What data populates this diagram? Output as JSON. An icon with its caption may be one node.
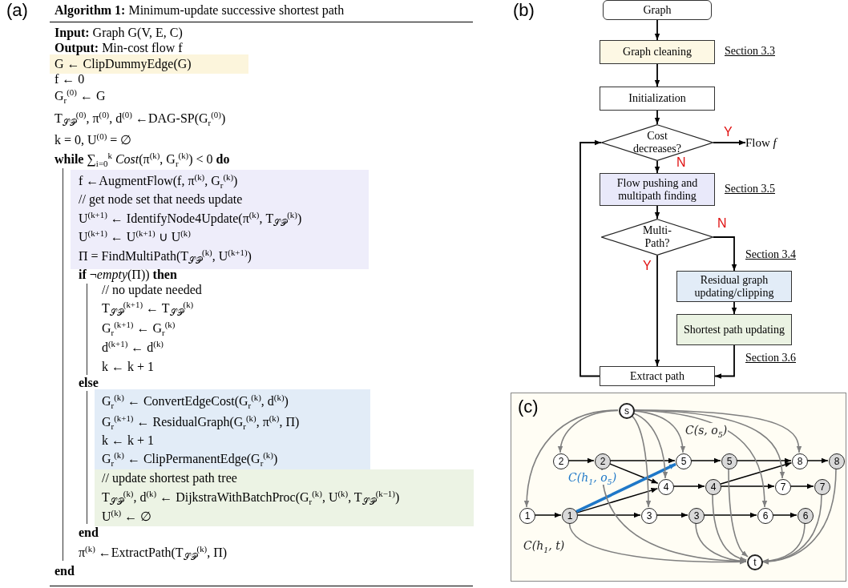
{
  "diagram": {
    "nodes": [
      {
        "text": [
          "G ← ClipDummyEdge(G)"
        ]
      },
      {
        "text": [
          "f ←AugmentFlow(f, π$^{(k)}$, G$_{r}$$^{(k)}$)",
          "// get node set that needs update",
          "U$^{(k+1)}$ ← IdentifyNode4Update(π$^{(k)}$, T$_{𝒮𝒫}$$^{(k)}$)",
          "U$^{(k+1)}$ ← U$^{(k+1)}$ ∪ U$^{(k)}$",
          "Π = FindMultiPath(T$_{𝒮𝒫}$$^{(k)}$, U$^{(k+1)}$)"
        ]
      },
      {
        "text": [
          "G$_{r}$$^{(k)}$ ← ConvertEdgeCost(G$_{r}$$^{(k)}$, d$^{(k)}$)",
          "G$_{r}$$^{(k+1)}$ ← ResidualGraph(G$_{r}$$^{(k)}$, π$^{(k)}$, Π)",
          "k ← k + 1",
          "G$_{r}$$^{(k)}$ ← ClipPermanentEdge(G$_{r}$$^{(k)}$)"
        ]
      },
      {
        "text": [
          "// update shortest path tree",
          "T$_{𝒮𝒫}$$^{(k)}$, d$^{(k)}$ ← DijkstraWithBatchProc(G$_{r}$$^{(k)}$, U$^{(k)}$, T$_{𝒮𝒫}$$^{(k−1)}$)",
          "U$^{(k)}$ ← ∅"
        ]
      },
      {
        "text": [
          "Graph"
        ]
      },
      {
        "text": [
          "Graph cleaning"
        ],
        "beside": [
          "Section 3.3"
        ]
      },
      {
        "text": [
          "Initialization"
        ]
      },
      {
        "text": [
          "Cost decreases?"
        ]
      },
      {
        "text": [
          "Flow *f*"
        ]
      },
      {
        "text": [
          "Flow pushing and multipath finding"
        ],
        "beside": [
          "Section 3.5"
        ]
      },
      {
        "text": [
          "Multi- Path?"
        ]
      },
      {
        "text": [
          "Residual graph updating/clipping"
        ],
        "beside": [
          "Section 3.4"
        ]
      },
      {
        "text": [
          "Shortest path updating"
        ],
        "beside": [
          "Section 3.6"
        ]
      },
      {
        "text": [
          "Extract path"
        ]
      },
      {
        "text": [
          "(c)"
        ]
      },
      {
        "text": [
          "s"
        ],
        "in": 14
      },
      {
        "text": [
          "2"
        ],
        "in": 14
      },
      {
        "text": [
          "2"
        ],
        "in": 14
      },
      {
        "text": [
          "5"
        ],
        "in": 14
      },
      {
        "text": [
          "5"
        ],
        "in": 14
      },
      {
        "text": [
          "8"
        ],
        "in": 14
      },
      {
        "text": [
          "8"
        ],
        "in": 14
      },
      {
        "text": [
          "4"
        ],
        "in": 14
      },
      {
        "text": [
          "4"
        ],
        "in": 14
      },
      {
        "text": [
          "7"
        ],
        "in": 14
      },
      {
        "text": [
          "7"
        ],
        "in": 14
      },
      {
        "text": [
          "1"
        ],
        "in": 14
      },
      {
        "text": [
          "1"
        ],
        "in": 14
      },
      {
        "text": [
          "3"
        ],
        "in": 14
      },
      {
        "text": [
          "3"
        ],
        "in": 14
      },
      {
        "text": [
          "6"
        ],
        "in": 14
      },
      {
        "text": [
          "6"
        ],
        "in": 14
      },
      {
        "text": [
          "t"
        ],
        "in": 14
      }
    ],
    "edges": [
      {
        "from": 4,
        "to": 5,
        "arrow": "to"
      },
      {
        "from": 5,
        "to": 6,
        "arrow": "to"
      },
      {
        "from": 6,
        "to": 7,
        "arrow": "to"
      },
      {
        "from": 7,
        "to": 8,
        "arrow": "to",
        "label": "Y"
      },
      {
        "from": 7,
        "to": 9,
        "arrow": "to",
        "label": "N"
      },
      {
        "from": 9,
        "to": 10,
        "arrow": "to"
      },
      {
        "from": 10,
        "to": 11,
        "arrow": "to",
        "label": "N"
      },
      {
        "from": 10,
        "to": 13,
        "arrow": "to",
        "label": "Y"
      },
      {
        "from": 11,
        "to": 12,
        "arrow": "to"
      },
      {
        "from": 12,
        "to": 13,
        "arrow": "to"
      },
      {
        "from": 13,
        "to": 7,
        "arrow": "to"
      },
      {
        "from": 16,
        "to": 17,
        "arrow": "to"
      },
      {
        "from": 17,
        "to": 18,
        "arrow": "to"
      },
      {
        "from": 17,
        "to": 22,
        "arrow": "to"
      },
      {
        "from": 18,
        "to": 19,
        "arrow": "to"
      },
      {
        "from": 19,
        "to": 20,
        "arrow": "to"
      },
      {
        "from": 20,
        "to": 21,
        "arrow": "to"
      },
      {
        "from": 22,
        "to": 23,
        "arrow": "to"
      },
      {
        "from": 23,
        "to": 20,
        "arrow": "to"
      },
      {
        "from": 23,
        "to": 24,
        "arrow": "to"
      },
      {
        "from": 24,
        "to": 25,
        "arrow": "to"
      },
      {
        "from": 26,
        "to": 27,
        "arrow": "to"
      },
      {
        "from": 27,
        "to": 22,
        "arrow": "to"
      },
      {
        "from": 27,
        "to": 28,
        "arrow": "to"
      },
      {
        "from": 28,
        "to": 29,
        "arrow": "to"
      },
      {
        "from": 29,
        "to": 30,
        "arrow": "to"
      },
      {
        "from": 30,
        "to": 31,
        "arrow": "to"
      },
      {
        "from": 27,
        "to": 18,
        "arrow": "to",
        "label": "C(h$_{1}$, o$_{5}$)",
        "style": "thick",
        "color": "#1f78c8"
      },
      {
        "from": 15,
        "to": 26,
        "arrow": "to",
        "color": "#808080"
      },
      {
        "from": 15,
        "to": 16,
        "arrow": "to",
        "color": "#808080"
      },
      {
        "from": 15,
        "to": 28,
        "arrow": "to",
        "color": "#808080"
      },
      {
        "from": 15,
        "to": 22,
        "arrow": "to",
        "color": "#808080"
      },
      {
        "from": 15,
        "to": 18,
        "arrow": "to",
        "label": "C(s, o$_{5}$)",
        "color": "#808080"
      },
      {
        "from": 15,
        "to": 30,
        "arrow": "to",
        "color": "#808080"
      },
      {
        "from": 15,
        "to": 24,
        "arrow": "to",
        "color": "#808080"
      },
      {
        "from": 15,
        "to": 20,
        "arrow": "to",
        "color": "#808080"
      },
      {
        "from": 27,
        "to": 32,
        "arrow": "to",
        "label": "C(h$_{1}$, t)",
        "color": "#808080"
      },
      {
        "from": 17,
        "to": 32,
        "arrow": "to",
        "color": "#808080"
      },
      {
        "from": 29,
        "to": 32,
        "arrow": "to",
        "color": "#808080"
      },
      {
        "from": 23,
        "to": 32,
        "arrow": "to",
        "color": "#808080"
      },
      {
        "from": 19,
        "to": 32,
        "arrow": "to",
        "color": "#808080"
      },
      {
        "from": 31,
        "to": 32,
        "arrow": "to",
        "color": "#808080"
      },
      {
        "from": 25,
        "to": 32,
        "arrow": "to",
        "color": "#808080"
      },
      {
        "from": 21,
        "to": 32,
        "arrow": "to",
        "color": "#808080"
      }
    ],
    "labels": [
      "(a)",
      "**Algorithm 1:** Minimum-update successive shortest path",
      "**Input:** Graph G(V, E, C)",
      "**Output:** Min-cost flow f",
      "f ← 0",
      "G$_{r}$$^{(0)}$ ← G",
      "T$_{𝒮𝒫}$$^{(0)}$, π$^{(0)}$, d$^{(0)}$ ←DAG-SP(G$_{r}$$^{(0)}$)",
      "k = 0, U$^{(0)}$ = ∅",
      "**while** ∑$_{i=0}$$^{k}$ *Cost*(π$^{(k)}$, G$_{r}$$^{(k)}$) < 0 **do**",
      "**if** ¬*empty*(Π)) **then**",
      "// no update needed",
      "T$_{𝒮𝒫}$$^{(k+1)}$ ← T$_{𝒮𝒫}$$^{(k)}$",
      "G$_{r}$$^{(k+1)}$ ← G$_{r}$$^{(k)}$",
      "d$^{(k+1)}$ ← d$^{(k)}$",
      "k ← k + 1",
      "**else**",
      "**end**",
      "π$^{(k)}$ ←ExtractPath(T$_{𝒮𝒫}$$^{(k)}$, Π)",
      "**end**",
      "(b)"
    ]
  }
}
